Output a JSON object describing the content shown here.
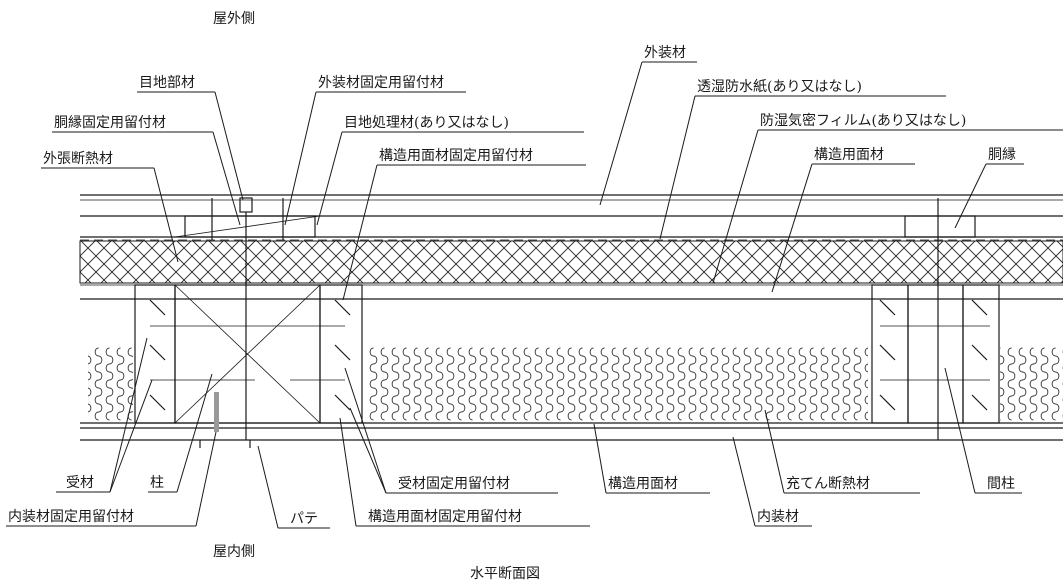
{
  "captions": {
    "outdoor_side": "屋外側",
    "indoor_side": "屋内側",
    "figure_title": "水平断面図"
  },
  "labels": {
    "joint_member": "目地部材",
    "furring_fastener": "胴縁固定用留付材",
    "external_insulation": "外張断熱材",
    "cladding_fastener": "外装材固定用留付材",
    "joint_treatment": "目地処理材(あり又はなし)",
    "structural_panel_fastener_top": "構造用面材固定用留付材",
    "cladding": "外装材",
    "breathable_paper": "透湿防水紙(あり又はなし)",
    "vapor_barrier": "防湿気密フィルム(あり又はなし)",
    "structural_panel_top": "構造用面材",
    "furring": "胴縁",
    "receiver": "受材",
    "column": "柱",
    "interior_fastener": "内装材固定用留付材",
    "putty": "パテ",
    "structural_panel_fastener_bottom": "構造用面材固定用留付材",
    "receiver_fastener": "受材固定用留付材",
    "structural_panel_bottom": "構造用面材",
    "fill_insulation": "充てん断熱材",
    "interior_finish": "内装材",
    "stud": "間柱"
  }
}
